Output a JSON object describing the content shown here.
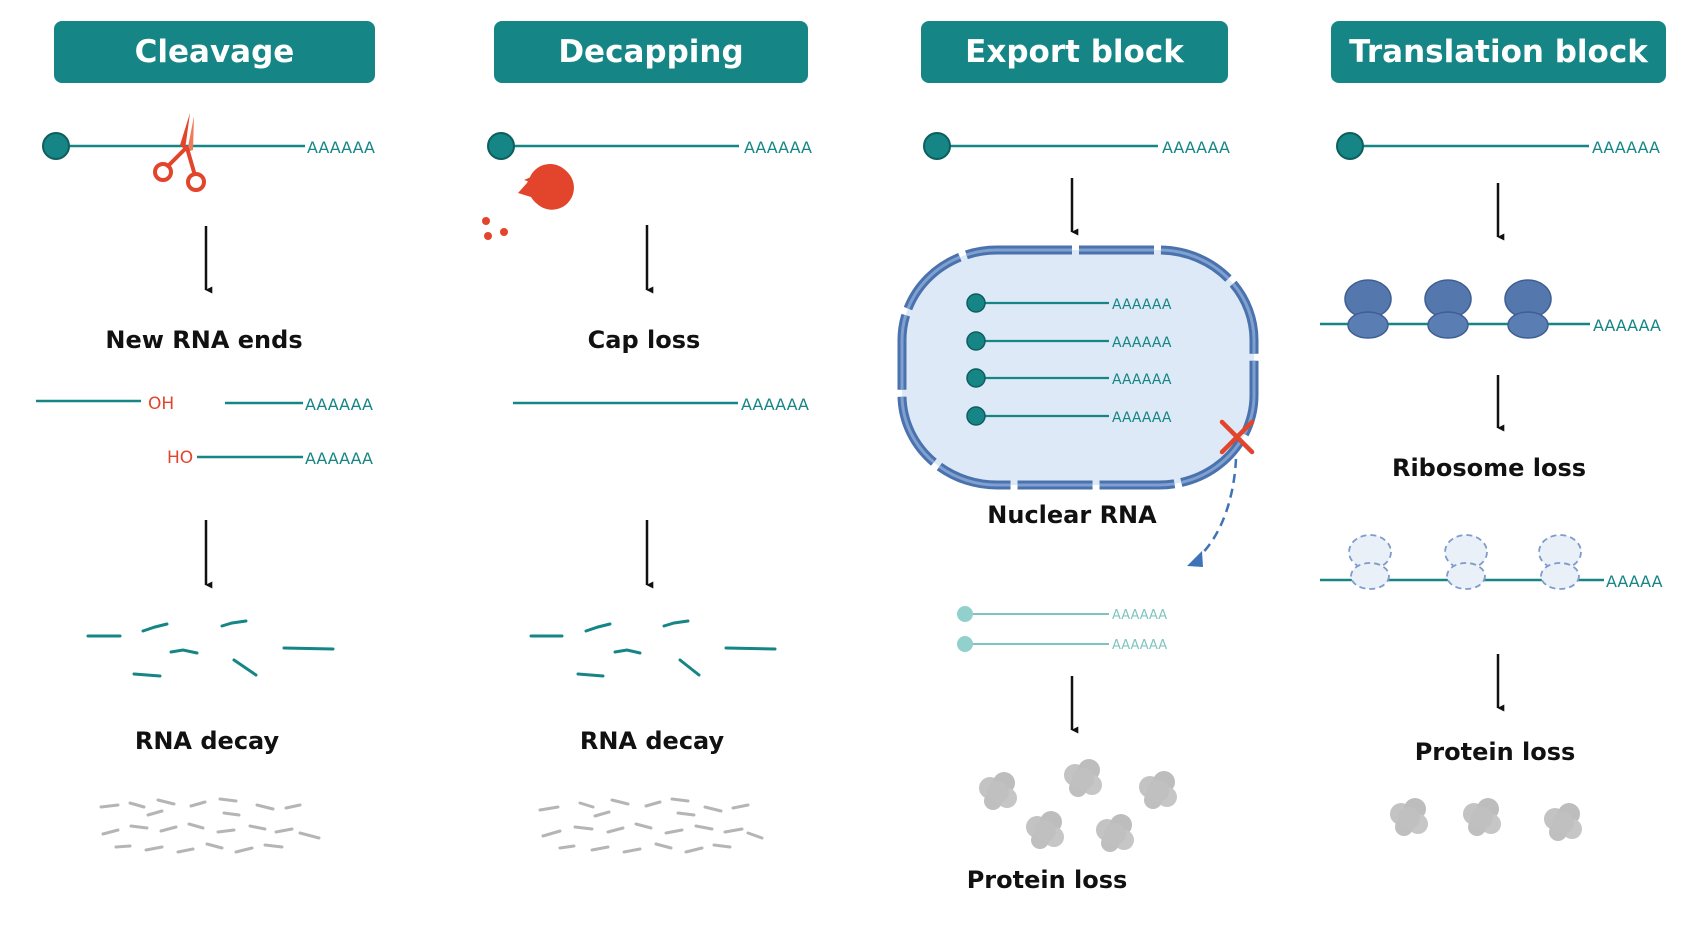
{
  "panels": [
    {
      "title": "Cleavage",
      "step1": "New RNA ends",
      "step2": "RNA decay"
    },
    {
      "title": "Decapping",
      "step1": "Cap loss",
      "step2": "RNA decay"
    },
    {
      "title": "Export block",
      "step1": "Nuclear RNA",
      "step2": "Protein loss"
    },
    {
      "title": "Translation block",
      "step1": "Ribosome loss",
      "step2": "Protein loss"
    }
  ],
  "labels": {
    "poly_a": "AAAAAA",
    "poly_a_short": "AAAAA",
    "oh_3prime": "OH",
    "oh_5prime": "HO"
  },
  "colors": {
    "teal": "#158585",
    "red_accent": "#e2452b",
    "nucleus_fill": "#dde9f6",
    "nucleus_border": "#4a72ad",
    "ribosome": "#5478ad",
    "protein_gray": "#bdbdbd",
    "arrow": "#111111"
  },
  "icons": [
    "scissors-icon",
    "decapping-enzyme-icon",
    "ribosome-icon",
    "protein-blob-icon",
    "blocked-export-x-icon"
  ]
}
